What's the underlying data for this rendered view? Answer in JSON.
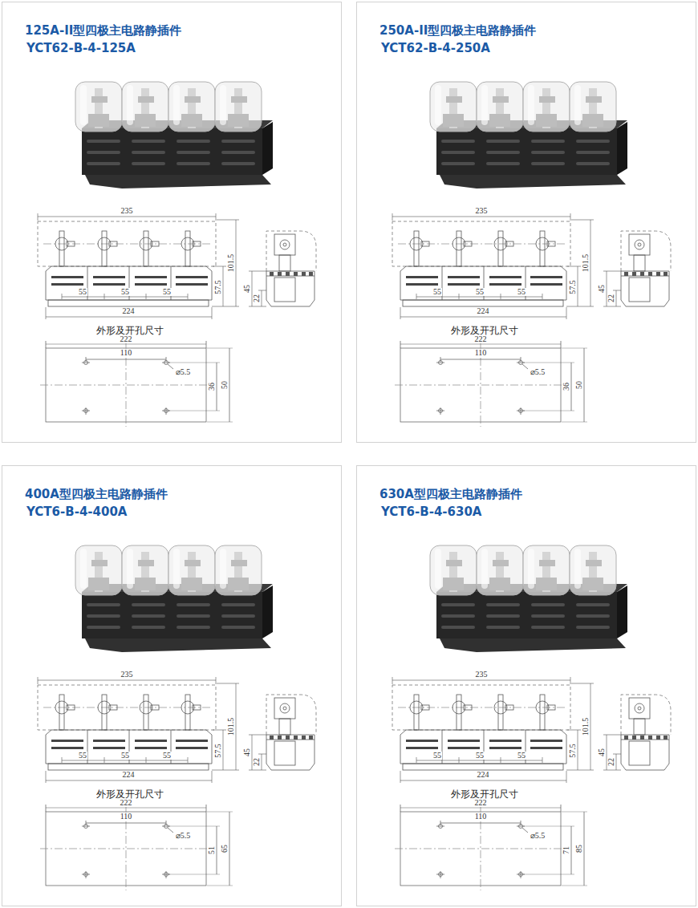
{
  "diagram": {
    "nodes": [
      {
        "text": [
          "125A-II型四极主电路静插件",
          "YCT62-B-4-125A"
        ]
      },
      {
        "text": [
          "250A-II型四极主电路静插件",
          "YCT62-B-4-250A"
        ]
      },
      {
        "text": [
          "400A型四极主电路静插件",
          "YCT6-B-4-400A"
        ]
      },
      {
        "text": [
          "630A型四极主电路静插件",
          "YCT6-B-4-630A"
        ]
      }
    ],
    "labels": [
      "235",
      "101.5",
      "57.5",
      "45",
      "22",
      "55",
      "55",
      "55",
      "224",
      "外形及开孔尺寸",
      "222",
      "110",
      "⌀5.5",
      "36",
      "50",
      "235",
      "101.5",
      "57.5",
      "45",
      "22",
      "55",
      "55",
      "55",
      "224",
      "外形及开孔尺寸",
      "222",
      "110",
      "⌀5.5",
      "36",
      "50",
      "235",
      "101.5",
      "57.5",
      "45",
      "22",
      "55",
      "55",
      "55",
      "224",
      "外形及开孔尺寸",
      "222",
      "110",
      "⌀5.5",
      "51",
      "65",
      "235",
      "101.5",
      "57.5",
      "45",
      "22",
      "55",
      "55",
      "55",
      "224",
      "外形及开孔尺寸",
      "222",
      "110",
      "⌀5.5",
      "71",
      "85"
    ]
  }
}
